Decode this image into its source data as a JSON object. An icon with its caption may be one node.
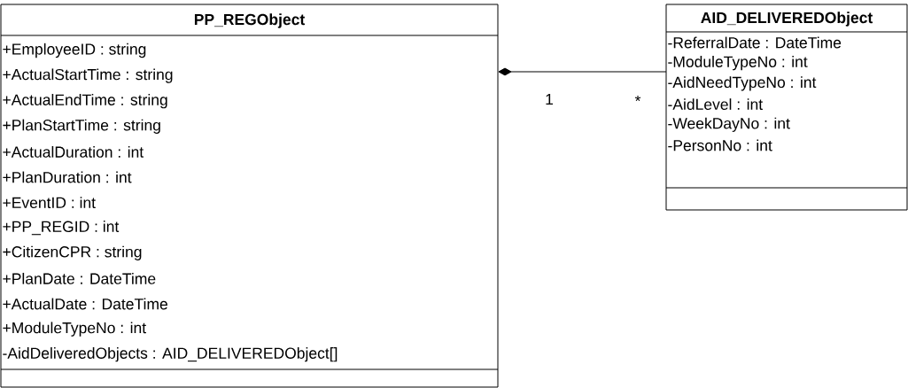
{
  "diagram": {
    "nodes": [
      {
        "text": [
          "PP_REGObject",
          "+EmployeeID : string",
          "+ActualStartTime : string",
          "+ActualEndTime : string",
          "+PlanStartTime : string",
          "+ActualDuration : int",
          "+PlanDuration : int",
          "+EventID : int",
          "+PP_REGID : int",
          "+CitizenCPR : string",
          "+PlanDate : DateTime",
          "+ActualDate : DateTime",
          "+ModuleTypeNo : int",
          "-AidDeliveredObjects : AID_DELIVEREDObject[]"
        ]
      },
      {
        "text": [
          "AID_DELIVEREDObject",
          "-ReferralDate : DateTime",
          "-ModuleTypeNo : int",
          "-AidNeedTypeNo : int",
          "-AidLevel : int",
          "-WeekDayNo : int",
          "-PersonNo : int"
        ]
      }
    ],
    "edges": [
      {
        "from": 0,
        "to": 1,
        "arrow": "other"
      }
    ],
    "labels": [
      "1",
      "*"
    ]
  }
}
